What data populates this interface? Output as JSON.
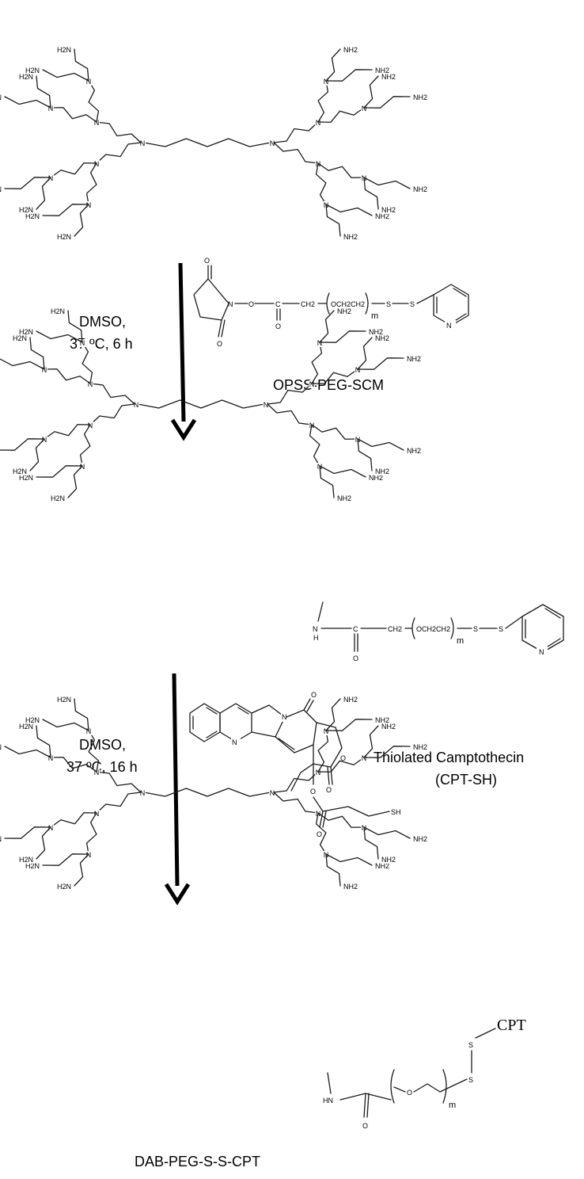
{
  "step1": {
    "solvent": "DMSO,",
    "conditions": "37 ºC, 6 h"
  },
  "step2": {
    "solvent": "DMSO,",
    "conditions": "37 ºC, 16 h"
  },
  "reagent1": {
    "name": "OPSS-PEG-SCM",
    "o_label": "O",
    "n_label": "N",
    "ester_o": "O",
    "carbon": "C",
    "carbonyl_o": "O",
    "ch2": "CH2",
    "peg_unit": "OCH2CH2",
    "repeat": "m",
    "s": "S",
    "pyridine_n": "N"
  },
  "reagent2": {
    "name_line1": "Thiolated Camptothecin",
    "name_line2": "(CPT-SH)",
    "n_label": "N",
    "o_label": "O",
    "sh_label": "SH"
  },
  "dendrimer": {
    "nh2": "NH2",
    "h2n": "H2N",
    "n": "N"
  },
  "intermediate": {
    "nh": "N",
    "h": "H",
    "carbon": "C",
    "o": "O",
    "ch2": "CH2",
    "peg_unit": "OCH2CH2",
    "repeat": "m",
    "s": "S",
    "pyridine_n": "N"
  },
  "product": {
    "name": "DAB-PEG-S-S-CPT",
    "hn": "HN",
    "o": "O",
    "repeat": "m",
    "s": "S",
    "cpt": "CPT"
  },
  "colors": {
    "ink": "#000000",
    "background": "#ffffff"
  }
}
